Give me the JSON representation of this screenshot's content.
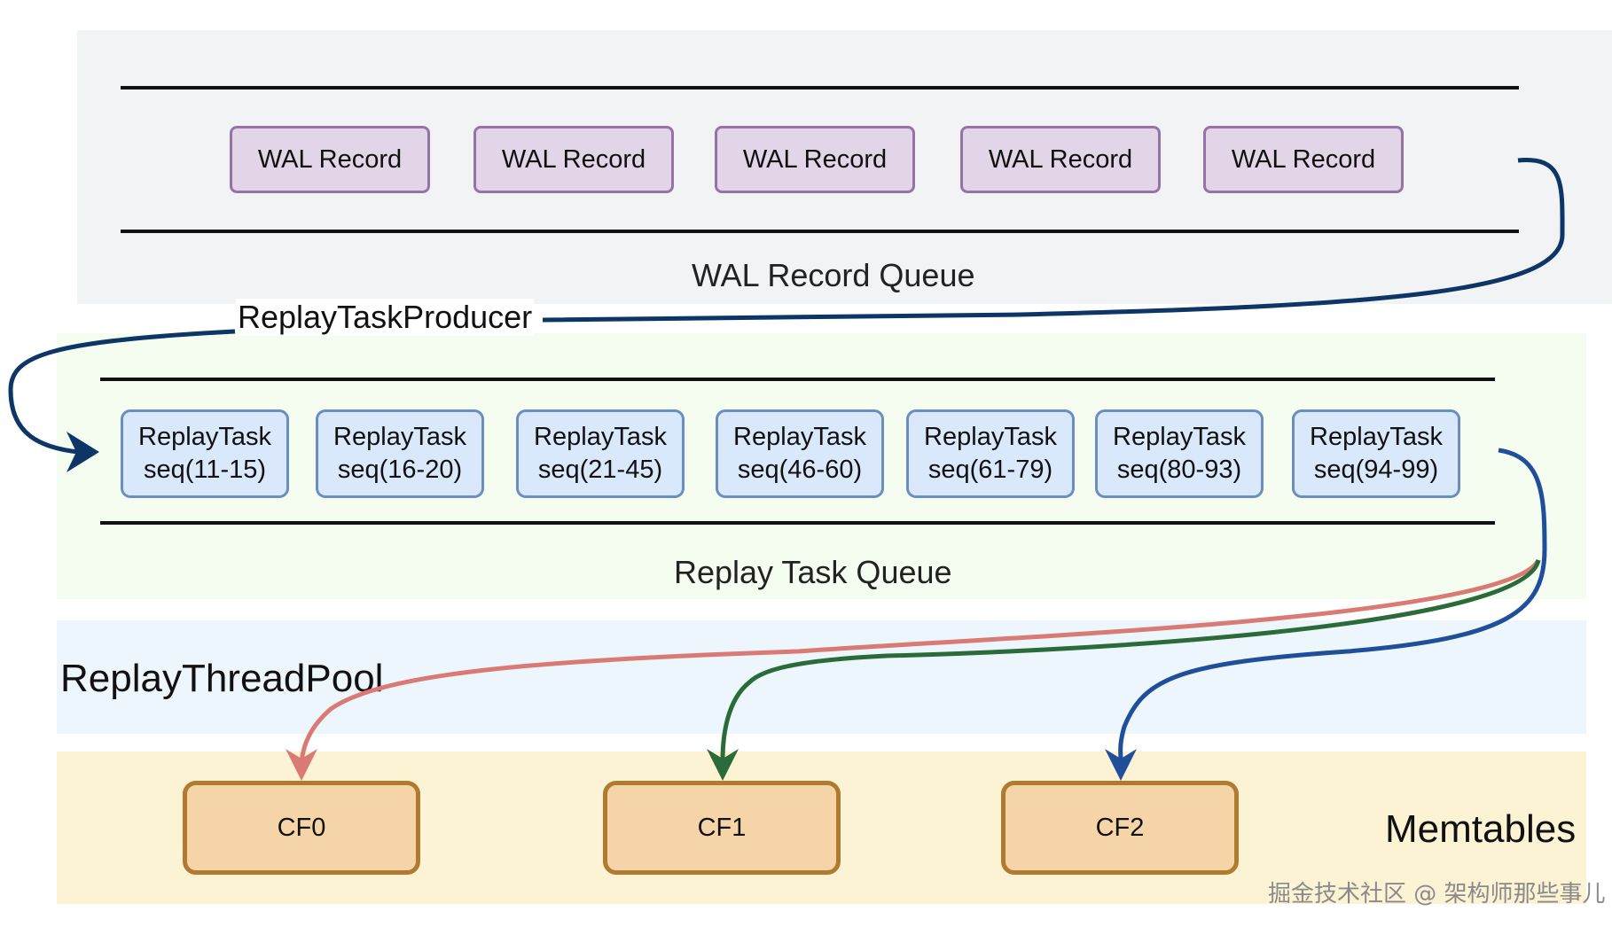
{
  "wal_queue": {
    "label": "WAL Record Queue",
    "records": [
      "WAL Record",
      "WAL Record",
      "WAL Record",
      "WAL Record",
      "WAL Record"
    ]
  },
  "producer": {
    "label": "ReplayTaskProducer"
  },
  "task_queue": {
    "label": "Replay Task Queue",
    "tasks": [
      {
        "name": "ReplayTask",
        "seq": "seq(11-15)"
      },
      {
        "name": "ReplayTask",
        "seq": "seq(16-20)"
      },
      {
        "name": "ReplayTask",
        "seq": "seq(21-45)"
      },
      {
        "name": "ReplayTask",
        "seq": "seq(46-60)"
      },
      {
        "name": "ReplayTask",
        "seq": "seq(61-79)"
      },
      {
        "name": "ReplayTask",
        "seq": "seq(80-93)"
      },
      {
        "name": "ReplayTask",
        "seq": "seq(94-99)"
      }
    ]
  },
  "thread_pool": {
    "label": "ReplayThreadPool"
  },
  "memtables": {
    "label": "Memtables",
    "column_families": [
      "CF0",
      "CF1",
      "CF2"
    ]
  },
  "watermark": "掘金技术社区 @ 架构师那些事儿",
  "colors": {
    "wal_band": "#f2f3f5",
    "task_band": "#f4fdf0",
    "pool_band": "#eef6fd",
    "memtable_band": "#fcf3d5",
    "producer_arrow": "#0d3566",
    "arrow_cf0": "#d97a74",
    "arrow_cf1": "#2b6b3a",
    "arrow_cf2": "#1f4f9a"
  }
}
